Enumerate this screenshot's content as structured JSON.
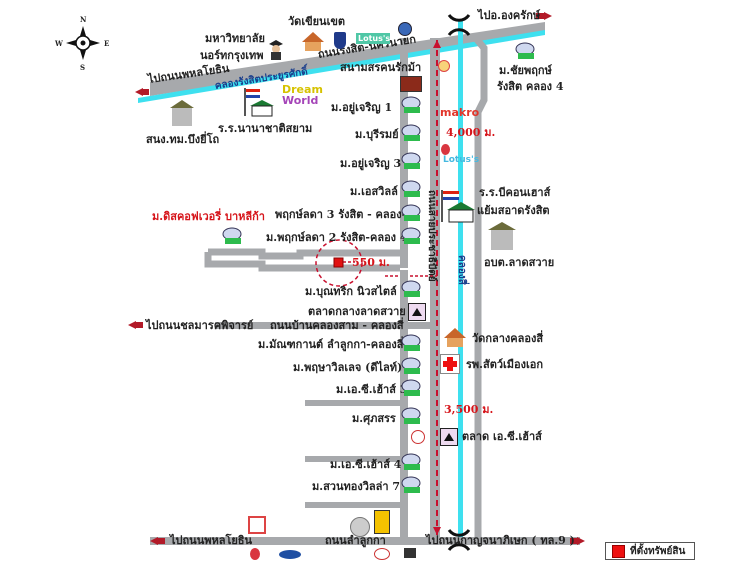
{
  "compass": {
    "n": "N",
    "s": "S",
    "e": "E",
    "w": "W"
  },
  "roads": {
    "top_left_direction": "ไปถนนพหลโยธิน",
    "top_right_direction": "ไปอ.องครักษ์",
    "rangsit_nakhon_nayok": "ถนนรังสิต-นครนายก",
    "canal_rangsit": "คลองรังสิตประยูรศักดิ์",
    "vertical_road": "ถนนสายประชาธิปัตย์",
    "canal_4": "คลองสี่",
    "mid_left_direction": "ไปถนนชลมารคพิจารย์",
    "mid_road": "ถนนบ้านคลองสาม - คลองสี่",
    "bottom_left_direction": "ไปถนนพหลโยธิน",
    "bottom_road": "ถนนลำลูกกา",
    "bottom_right_direction": "ไปถนนกาญจนาภิเษก ( ทล.9 )"
  },
  "distances": {
    "d1": "4,000 ม.",
    "d2": "550 ม.",
    "d3": "3,500 ม."
  },
  "landmarks": {
    "wat_khian": "วัดเขียนเขต",
    "university_1": "มหาวิทยาลัย",
    "university_2": "นอร์ทกรุงเทพ",
    "lotus_logo": "Lotus's",
    "race_course": "สนามสรคนรักม้า",
    "dreamworld_1": "Dream",
    "dreamworld_2": "World",
    "school_nanachat": "ร.ร.นานาชาติสยาม",
    "bueng_yitho": "สนง.ทม.บึงยี่โถ",
    "chaiyapruk_1": "ม.ชัยพฤกษ์",
    "chaiyapruk_2": "รังสิต คลอง 4",
    "makro": "makro",
    "lotus_2": "Lotus's",
    "school_becon_1": "ร.ร.บีคอนเฮาส์",
    "school_becon_2": "แย้มสอาดรังสิต",
    "obt": "อบต.ลาดสวาย",
    "wat_klang": "วัดกลางคลองสี่",
    "animal_hospital": "รพ.สัตว์เมืองเอก",
    "market_ladsawai": "ตลาดกลางลาดสวาย",
    "market_ec": "ตลาด เอ.ซี.เฮ้าส์"
  },
  "villages": [
    {
      "label": "ม.อยู่เจริญ 1"
    },
    {
      "label": "ม.บุรีรมย์"
    },
    {
      "label": "ม.อยู่เจริญ 3"
    },
    {
      "label": "ม.เอสวิลล์"
    },
    {
      "label": "พฤกษ์ลดา 3 รังสิต - คลอง4"
    },
    {
      "label": "ม.พฤกษ์ลดา 2 รังสิต-คลอง 4"
    },
    {
      "label": "ม.ดิสคอฟเวอรี่ บาหลีก้า"
    },
    {
      "label": "ม.บุณทริก นิวสไตล์"
    },
    {
      "label": "ม.มัณฑกานต์ ลำลูกกา-คลองสี่"
    },
    {
      "label": "ม.พฤษาวิลเลจ (ดีไลท์)"
    },
    {
      "label": "ม.เอ.ซี.เฮ้าส์ 3"
    },
    {
      "label": "ม.ศุภสรร"
    },
    {
      "label": "ม.เอ.ซี.เฮ้าส์ 4"
    },
    {
      "label": "ม.สวนทองวิลล่า 7"
    }
  ],
  "legend": {
    "label": "ที่ตั้งทรัพย์สิน",
    "color": "#e11111"
  },
  "colors": {
    "road": "#a7a9ac",
    "canal": "#3ee0ef",
    "route": "#c8102e",
    "property": "#e11111"
  }
}
